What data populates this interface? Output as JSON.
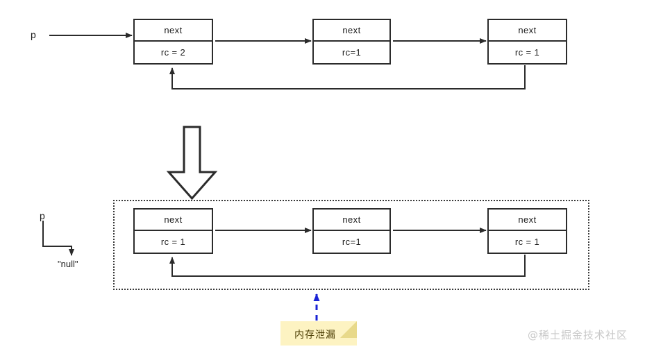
{
  "diagram": {
    "title": "Reference counting cycle causing memory leak",
    "colors": {
      "stroke": "#2b2b2b",
      "dotted_border": "#3a3a3a",
      "callout_fill": "#fdf3c2",
      "callout_fold": "#e8d98a",
      "callout_text": "#4a3b00",
      "leak_arrow": "#1a23d6",
      "watermark": "#c9c9c9",
      "background": "#ffffff"
    },
    "rows": [
      {
        "id": "before",
        "pointer_label": "p",
        "nodes": [
          {
            "top": "next",
            "bottom": "rc = 2"
          },
          {
            "top": "next",
            "bottom": "rc=1"
          },
          {
            "top": "next",
            "bottom": "rc = 1"
          }
        ]
      },
      {
        "id": "after",
        "pointer_label": "p",
        "null_label": "\"null\"",
        "nodes": [
          {
            "top": "next",
            "bottom": "rc = 1"
          },
          {
            "top": "next",
            "bottom": "rc=1"
          },
          {
            "top": "next",
            "bottom": "rc = 1"
          }
        ]
      }
    ],
    "callout": {
      "text": "内存泄漏"
    },
    "watermark": {
      "text": "@稀土掘金技术社区"
    }
  }
}
